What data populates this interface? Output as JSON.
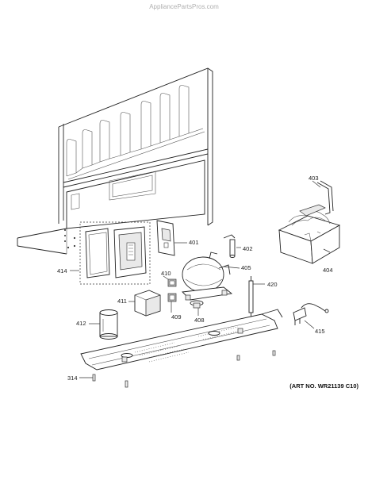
{
  "watermark": "AppliancePartsPros.com",
  "art_number": "(ART NO. WR21139 C10)",
  "callouts": {
    "c401": "401",
    "c402": "402",
    "c403": "403",
    "c404": "404",
    "c405": "405",
    "c408": "408",
    "c409": "409",
    "c410": "410",
    "c411": "411",
    "c412": "412",
    "c414": "414",
    "c415": "415",
    "c420": "420",
    "c314": "314"
  }
}
